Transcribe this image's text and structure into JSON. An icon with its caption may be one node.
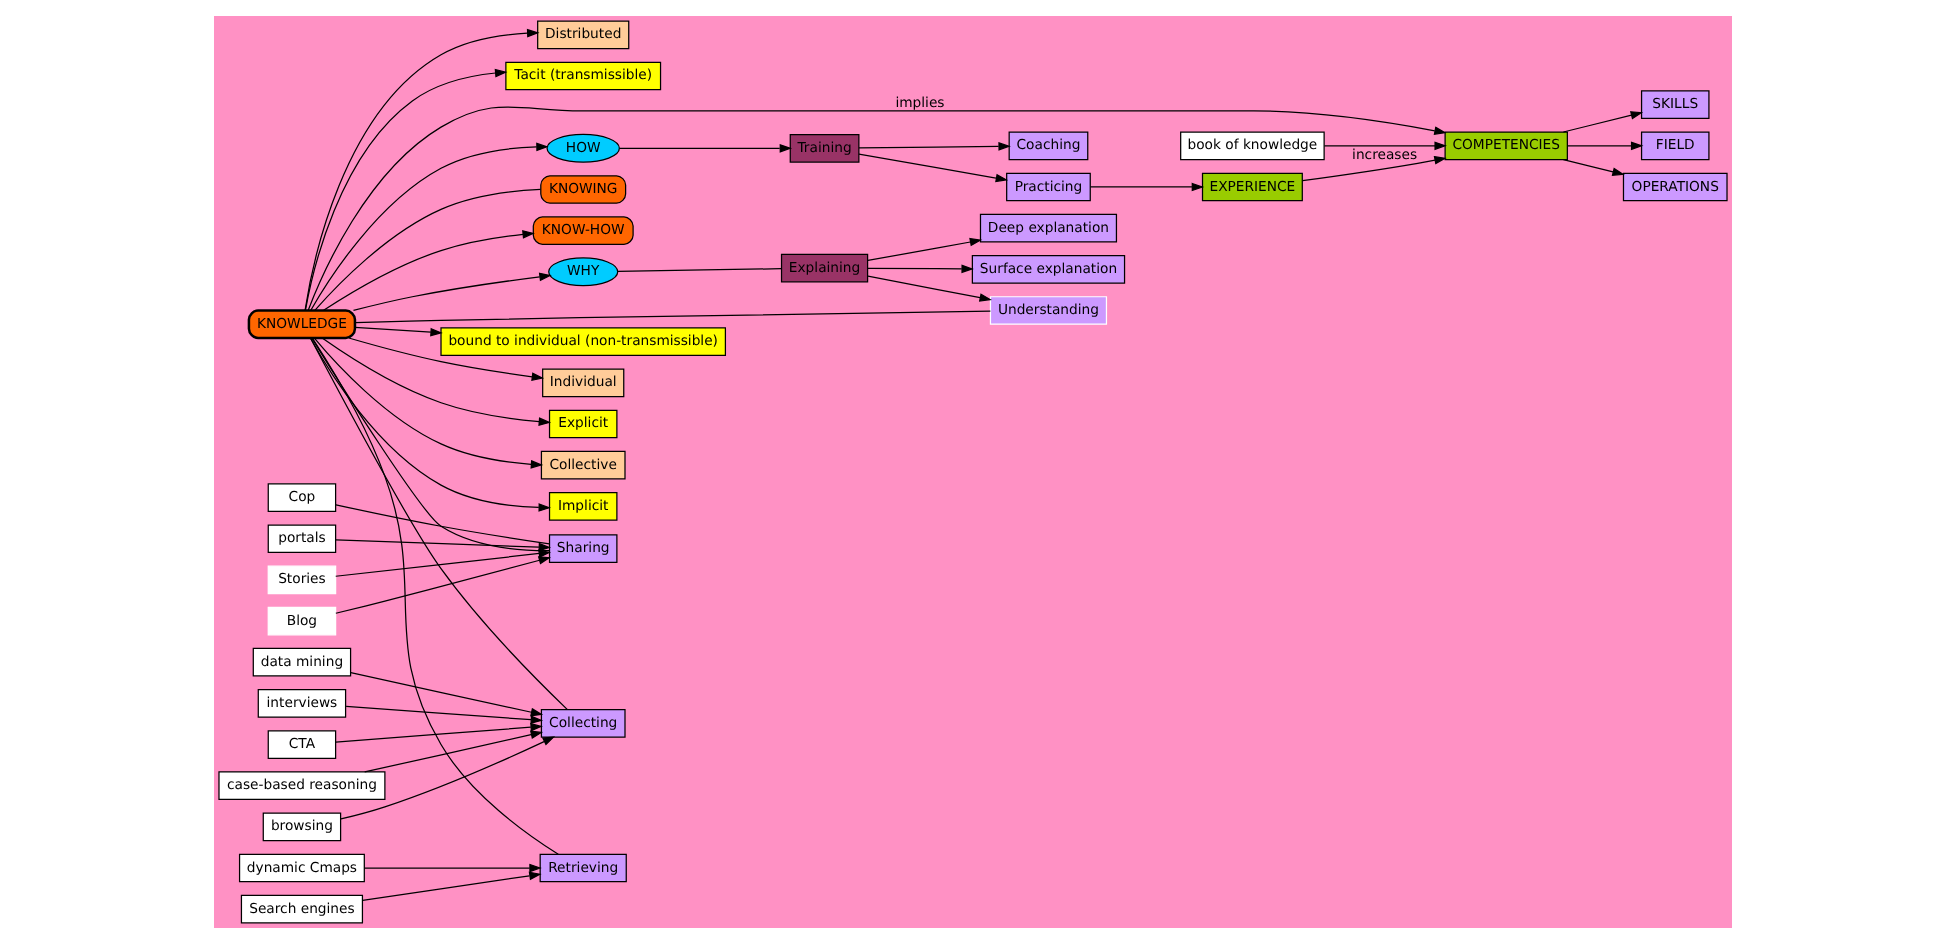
{
  "diagram": {
    "nodes": [
      {
        "text": [
          "KNOWLEDGE"
        ]
      },
      {
        "text": [
          "bound to individual (non-transmissible)"
        ]
      },
      {
        "text": [
          "Individual"
        ]
      },
      {
        "text": [
          "Explicit"
        ]
      },
      {
        "text": [
          "Collective"
        ]
      },
      {
        "text": [
          "Implicit"
        ]
      },
      {
        "text": [
          "Distributed"
        ]
      },
      {
        "text": [
          "Tacit (transmissible)"
        ]
      },
      {
        "text": [
          "SKILLS"
        ]
      },
      {
        "text": [
          "FIELD"
        ]
      },
      {
        "text": [
          "OPERATIONS"
        ]
      },
      {
        "text": [
          "COMPETENCIES"
        ]
      },
      {
        "text": [
          "book of knowledge"
        ]
      },
      {
        "text": [
          "HOW"
        ]
      },
      {
        "text": [
          "Training"
        ]
      },
      {
        "text": [
          "Coaching"
        ]
      },
      {
        "text": [
          "Practicing"
        ]
      },
      {
        "text": [
          "EXPERIENCE"
        ]
      },
      {
        "text": [
          "KNOWING"
        ]
      },
      {
        "text": [
          "KNOW-HOW"
        ]
      },
      {
        "text": [
          "WHY"
        ]
      },
      {
        "text": [
          "Sharing"
        ]
      },
      {
        "text": [
          "Surface explanation"
        ]
      },
      {
        "text": [
          "Understanding"
        ]
      },
      {
        "text": [
          "Explaining"
        ]
      },
      {
        "text": [
          "Collecting"
        ]
      },
      {
        "text": [
          "Retrieving"
        ]
      },
      {
        "text": [
          "Deep explanation"
        ]
      },
      {
        "text": [
          "Stories"
        ]
      },
      {
        "text": [
          "Blog"
        ]
      },
      {
        "text": [
          "Cop"
        ]
      },
      {
        "text": [
          "portals"
        ]
      },
      {
        "text": [
          "Search engines"
        ]
      },
      {
        "text": [
          "dynamic Cmaps"
        ]
      },
      {
        "text": [
          "browsing"
        ]
      },
      {
        "text": [
          "data mining"
        ]
      },
      {
        "text": [
          "interviews"
        ]
      },
      {
        "text": [
          "CTA"
        ]
      },
      {
        "text": [
          "case-based reasoning"
        ]
      }
    ],
    "edges": [
      {
        "from": 0,
        "to": 1,
        "arrow": "to"
      },
      {
        "from": 0,
        "to": 2,
        "arrow": "to"
      },
      {
        "from": 0,
        "to": 3,
        "arrow": "to"
      },
      {
        "from": 0,
        "to": 4,
        "arrow": "to"
      },
      {
        "from": 0,
        "to": 5,
        "arrow": "to"
      },
      {
        "from": 0,
        "to": 6,
        "arrow": "to"
      },
      {
        "from": 0,
        "to": 7,
        "arrow": "to"
      },
      {
        "from": 0,
        "to": 11,
        "arrow": "to",
        "label": "implies"
      },
      {
        "from": 11,
        "to": 8,
        "arrow": "to"
      },
      {
        "from": 11,
        "to": 9,
        "arrow": "to"
      },
      {
        "from": 11,
        "to": 10,
        "arrow": "to"
      },
      {
        "from": 12,
        "to": 11,
        "arrow": "to"
      },
      {
        "from": 17,
        "to": 11,
        "arrow": "to",
        "label": "increases"
      },
      {
        "from": 0,
        "to": 13,
        "arrow": "to"
      },
      {
        "from": 13,
        "to": 14,
        "arrow": "to"
      },
      {
        "from": 14,
        "to": 15,
        "arrow": "to"
      },
      {
        "from": 14,
        "to": 16,
        "arrow": "to"
      },
      {
        "from": 16,
        "to": 17,
        "arrow": "to"
      },
      {
        "from": 0,
        "to": 18,
        "arrow": "none"
      },
      {
        "from": 0,
        "to": 19,
        "arrow": "to"
      },
      {
        "from": 0,
        "to": 20,
        "arrow": "to"
      },
      {
        "from": 20,
        "to": 24,
        "arrow": "none"
      },
      {
        "from": 24,
        "to": 22,
        "arrow": "to"
      },
      {
        "from": 24,
        "to": 27,
        "arrow": "to"
      },
      {
        "from": 24,
        "to": 23,
        "arrow": "to"
      },
      {
        "from": 0,
        "to": 23,
        "arrow": "none"
      },
      {
        "from": 0,
        "to": 21,
        "arrow": "none"
      },
      {
        "from": 0,
        "to": 25,
        "arrow": "none"
      },
      {
        "from": 0,
        "to": 26,
        "arrow": "none"
      },
      {
        "from": 28,
        "to": 21,
        "arrow": "to"
      },
      {
        "from": 29,
        "to": 21,
        "arrow": "to"
      },
      {
        "from": 30,
        "to": 21,
        "arrow": "none"
      },
      {
        "from": 31,
        "to": 21,
        "arrow": "to"
      },
      {
        "from": 32,
        "to": 26,
        "arrow": "to"
      },
      {
        "from": 33,
        "to": 26,
        "arrow": "to"
      },
      {
        "from": 34,
        "to": 25,
        "arrow": "to"
      },
      {
        "from": 35,
        "to": 25,
        "arrow": "to"
      },
      {
        "from": 36,
        "to": 25,
        "arrow": "to"
      },
      {
        "from": 37,
        "to": 25,
        "arrow": "to"
      },
      {
        "from": 38,
        "to": 25,
        "arrow": "to"
      }
    ]
  }
}
